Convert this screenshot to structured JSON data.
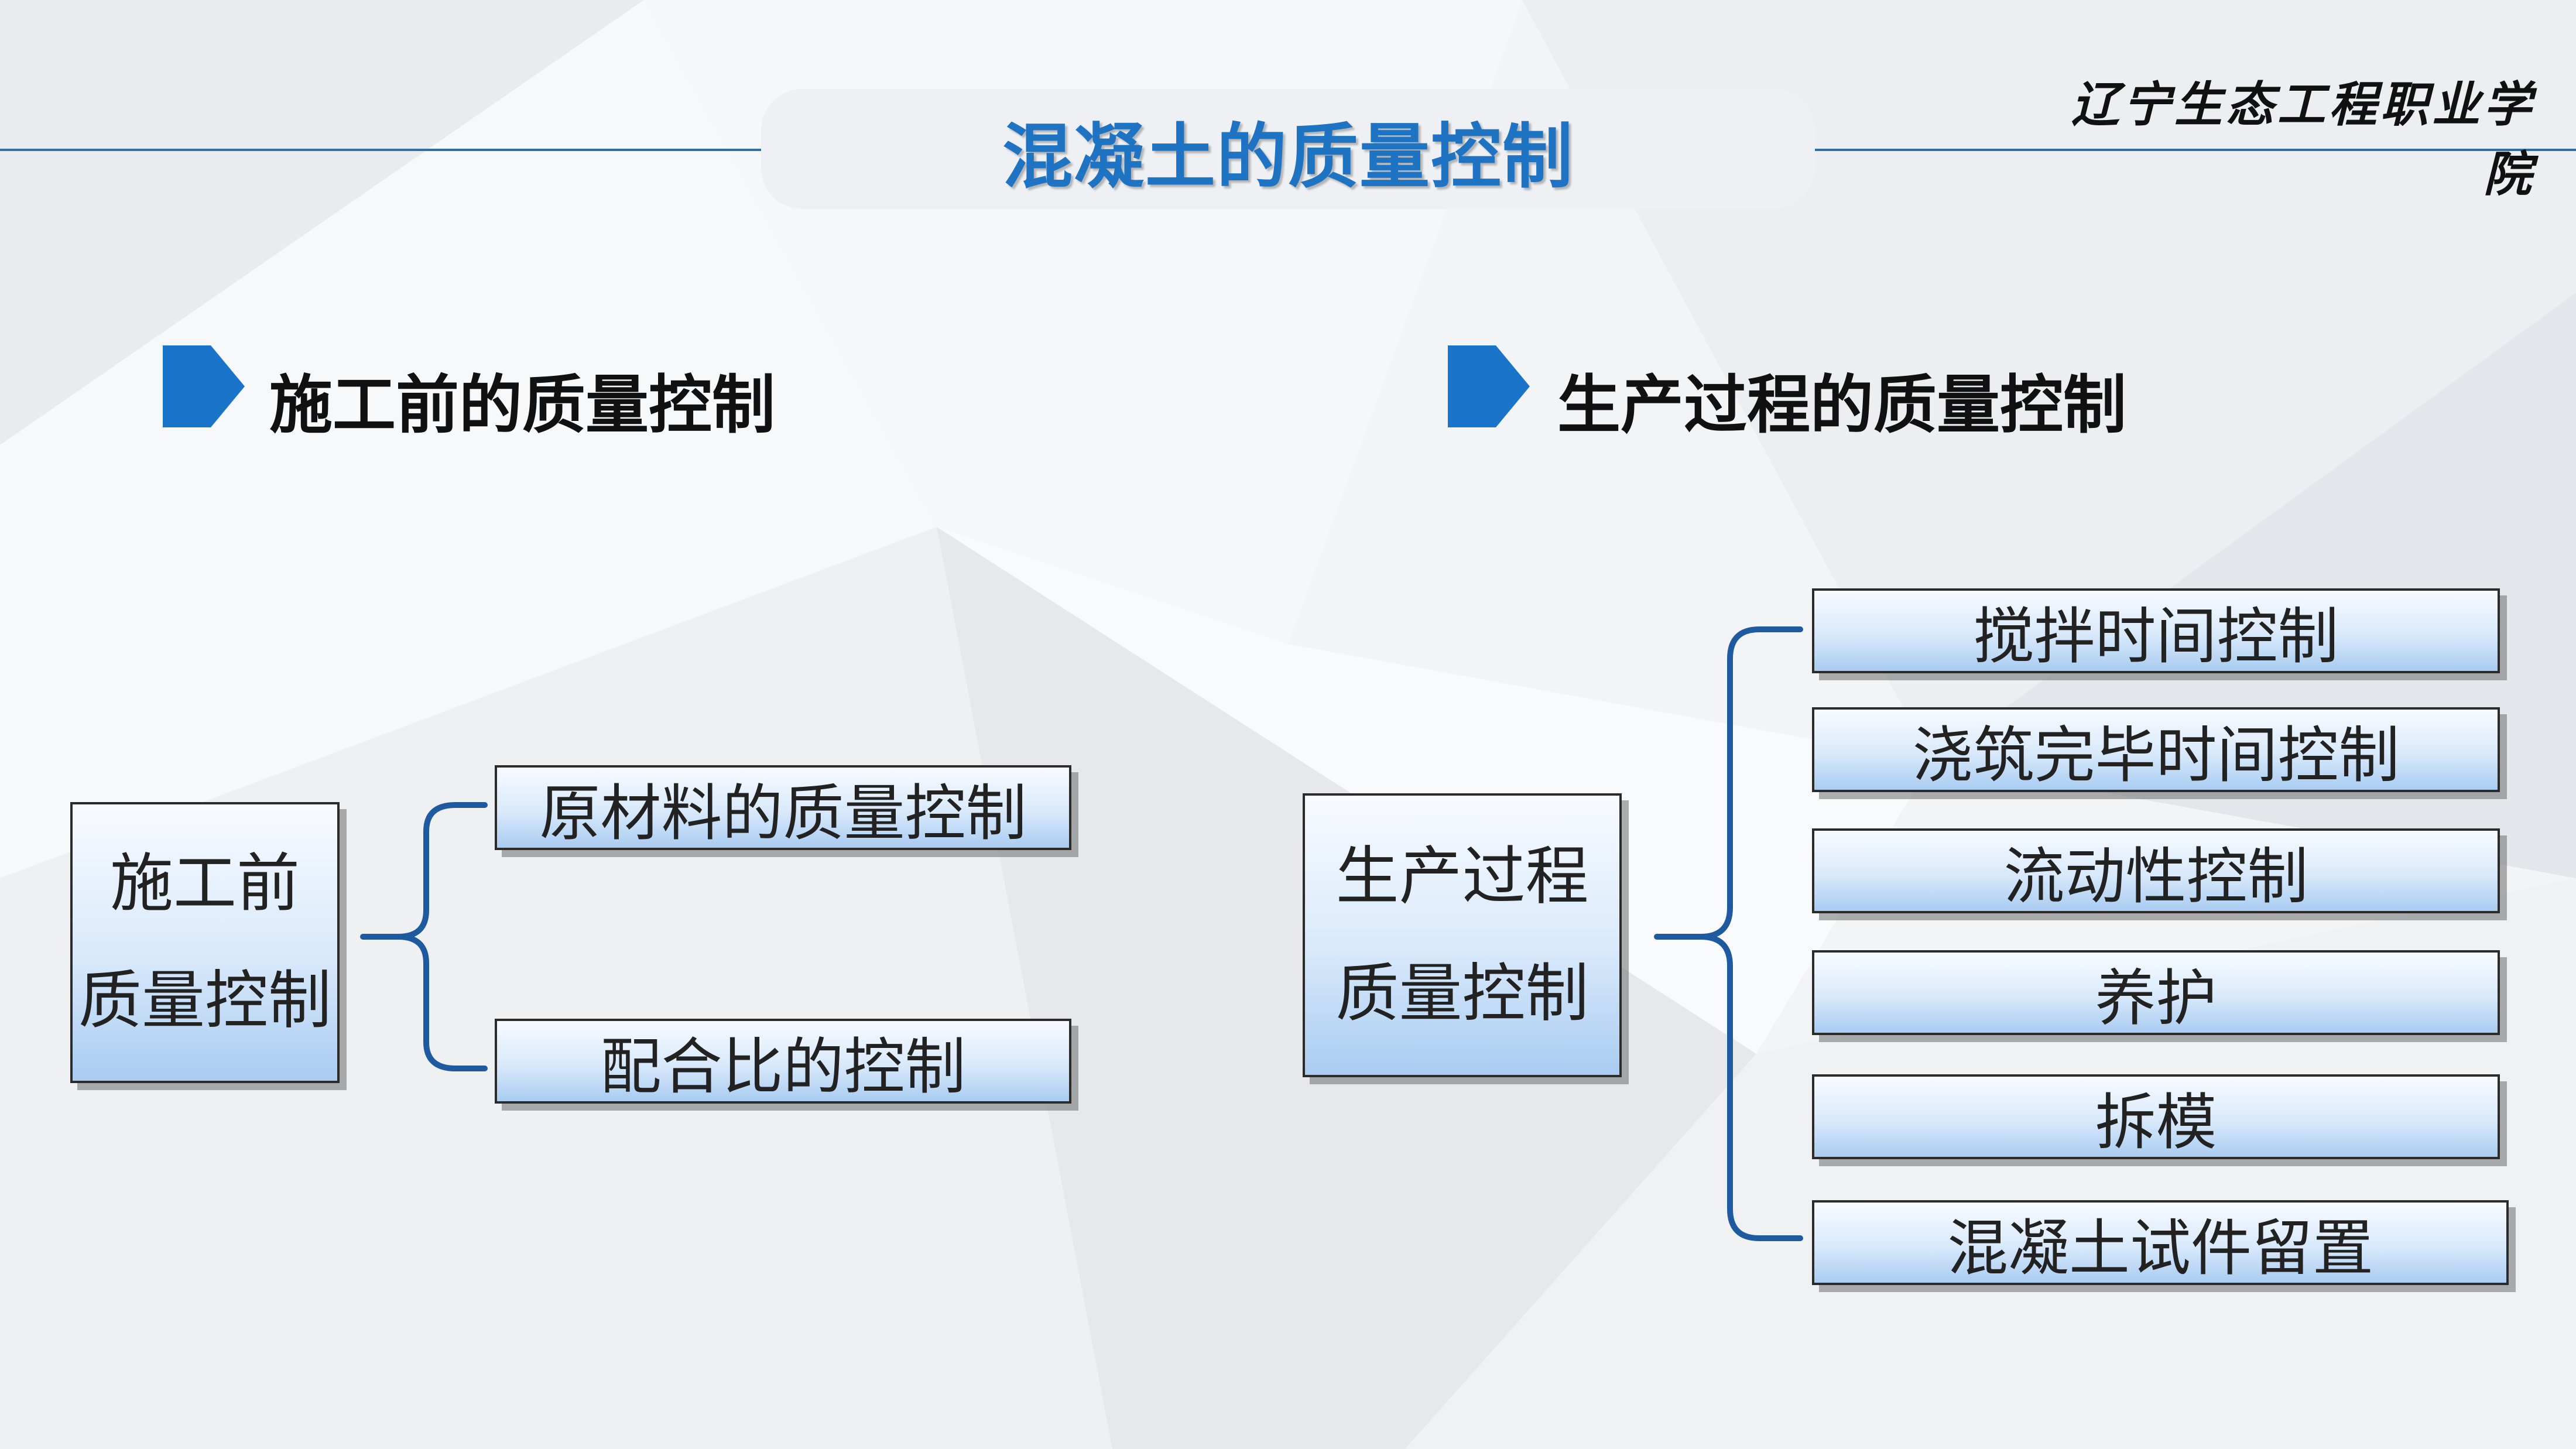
{
  "header": {
    "title": "混凝土的质量控制",
    "institution": "辽宁生态工程职业学院"
  },
  "colors": {
    "accent_blue": "#1f73c3",
    "connector_blue": "#1f5aa0",
    "heading_icon_blue": "#1a74c9"
  },
  "left": {
    "heading": "施工前的质量控制",
    "root": {
      "line1": "施工前",
      "line2": "质量控制"
    },
    "items": [
      "原材料的质量控制",
      "配合比的控制"
    ]
  },
  "right": {
    "heading": "生产过程的质量控制",
    "root": {
      "line1": "生产过程",
      "line2": "质量控制"
    },
    "items": [
      "搅拌时间控制",
      "浇筑完毕时间控制",
      "流动性控制",
      "养护",
      "拆模",
      "混凝土试件留置"
    ]
  }
}
